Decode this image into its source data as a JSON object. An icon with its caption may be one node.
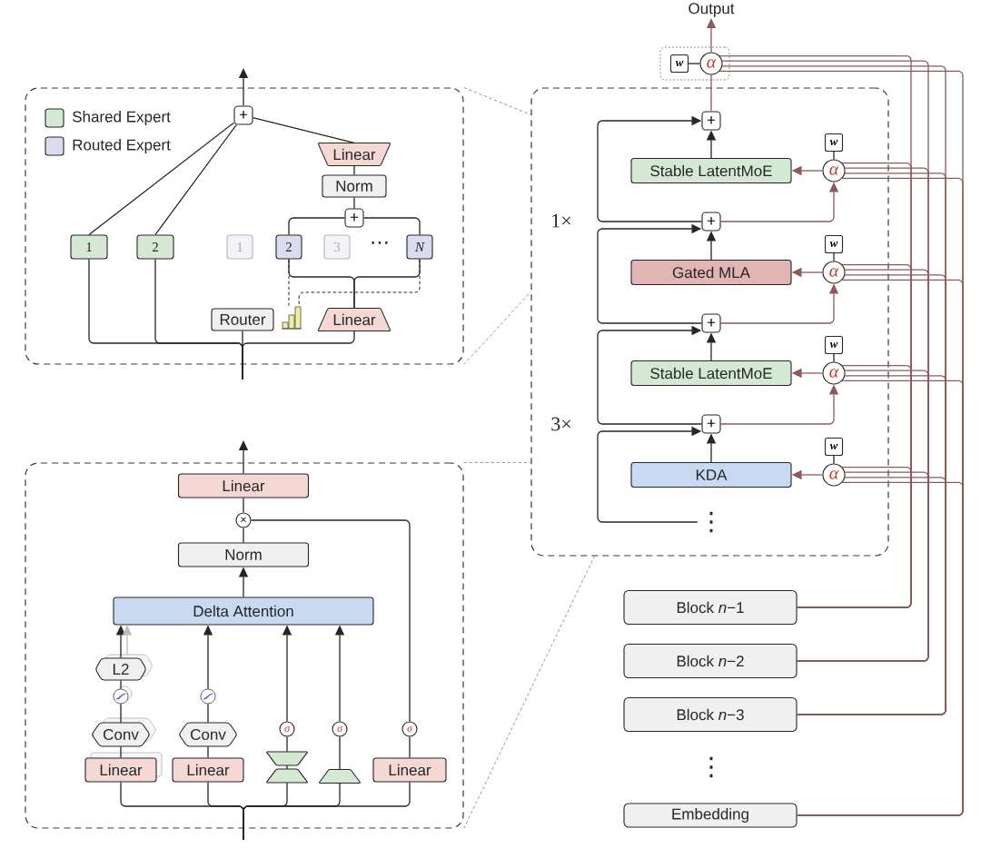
{
  "diagram": {
    "nodes": [
      {
        "text": [],
        "shape": "box"
      },
      {
        "text": [
          "+"
        ],
        "in": 0
      },
      {
        "text": [
          "Linear"
        ],
        "in": 0
      },
      {
        "text": [
          "Norm"
        ],
        "in": 0
      },
      {
        "text": [
          "+"
        ],
        "in": 0
      },
      {
        "text": [
          "1"
        ],
        "in": 0
      },
      {
        "text": [
          "2"
        ],
        "in": 0
      },
      {
        "text": [
          "1"
        ],
        "in": 0
      },
      {
        "text": [
          "2"
        ],
        "in": 0
      },
      {
        "text": [
          "3"
        ],
        "in": 0
      },
      {
        "text": [
          "N"
        ],
        "in": 0
      },
      {
        "text": [
          "Router"
        ],
        "in": 0
      },
      {
        "text": [],
        "shape": "chart",
        "in": 0
      },
      {
        "text": [
          "Linear"
        ],
        "in": 0
      },
      {
        "text": [],
        "shape": "box"
      },
      {
        "text": [
          "Linear"
        ],
        "in": 14
      },
      {
        "text": [
          "×"
        ],
        "in": 14
      },
      {
        "text": [
          "Norm"
        ],
        "in": 14
      },
      {
        "text": [
          "Delta Attention"
        ],
        "in": 14
      },
      {
        "text": [
          "L2"
        ],
        "in": 14
      },
      {
        "text": [],
        "shape": "circle",
        "in": 14
      },
      {
        "text": [
          "Conv"
        ],
        "in": 14
      },
      {
        "text": [
          "Linear"
        ],
        "in": 14
      },
      {
        "text": [],
        "shape": "circle",
        "in": 14
      },
      {
        "text": [
          "Conv"
        ],
        "in": 14
      },
      {
        "text": [
          "Linear"
        ],
        "in": 14
      },
      {
        "text": [
          "σ"
        ],
        "in": 14
      },
      {
        "text": [],
        "shape": "hourglass",
        "in": 14
      },
      {
        "text": [
          "σ"
        ],
        "in": 14
      },
      {
        "text": [],
        "shape": "trapezoid",
        "in": 14
      },
      {
        "text": [
          "σ"
        ],
        "in": 14
      },
      {
        "text": [
          "Linear"
        ],
        "in": 14
      },
      {
        "text": [
          "Output"
        ]
      },
      {
        "text": [],
        "shape": "box"
      },
      {
        "text": [
          "w"
        ],
        "in": 33
      },
      {
        "text": [
          "α"
        ],
        "in": 33
      },
      {
        "text": [],
        "shape": "box"
      },
      {
        "text": [
          "+"
        ],
        "in": 36
      },
      {
        "text": [
          "w"
        ],
        "in": 36
      },
      {
        "text": [
          "α"
        ],
        "in": 36
      },
      {
        "text": [
          "Stable LatentMoE"
        ],
        "in": 36
      },
      {
        "text": [
          "+"
        ],
        "in": 36
      },
      {
        "text": [
          "w"
        ],
        "in": 36
      },
      {
        "text": [
          "α"
        ],
        "in": 36
      },
      {
        "text": [
          "Gated MLA"
        ],
        "in": 36
      },
      {
        "text": [
          "+"
        ],
        "in": 36
      },
      {
        "text": [
          "w"
        ],
        "in": 36
      },
      {
        "text": [
          "α"
        ],
        "in": 36
      },
      {
        "text": [
          "Stable LatentMoE"
        ],
        "in": 36
      },
      {
        "text": [
          "+"
        ],
        "in": 36
      },
      {
        "text": [
          "w"
        ],
        "in": 36
      },
      {
        "text": [
          "α"
        ],
        "in": 36
      },
      {
        "text": [
          "KDA"
        ],
        "in": 36
      },
      {
        "text": [
          "Block *n*−1"
        ]
      },
      {
        "text": [
          "Block *n*−2"
        ]
      },
      {
        "text": [
          "Block *n*−3"
        ]
      },
      {
        "text": [
          "Embedding"
        ]
      },
      {
        "text": [
          "⋮"
        ],
        "in": 36
      }
    ],
    "edges": [
      {
        "from": 5,
        "to": 1,
        "arrow": "none"
      },
      {
        "from": 6,
        "to": 1,
        "arrow": "none"
      },
      {
        "from": 2,
        "to": 1,
        "arrow": "none"
      },
      {
        "from": 3,
        "to": 2,
        "arrow": "none"
      },
      {
        "from": 4,
        "to": 3,
        "arrow": "none"
      },
      {
        "from": 8,
        "to": 4,
        "arrow": "none"
      },
      {
        "from": 10,
        "to": 4,
        "arrow": "none"
      },
      {
        "from": 13,
        "to": 8,
        "arrow": "none"
      },
      {
        "from": 13,
        "to": 10,
        "arrow": "none"
      },
      {
        "from": 8,
        "to": 12,
        "arrow": "none",
        "style": "dashed"
      },
      {
        "from": 10,
        "to": 12,
        "arrow": "none",
        "style": "dashed"
      },
      {
        "from": null,
        "to": 11,
        "arrow": "none"
      },
      {
        "from": null,
        "to": 5,
        "arrow": "none"
      },
      {
        "from": null,
        "to": 6,
        "arrow": "none"
      },
      {
        "from": null,
        "to": 13,
        "arrow": "none"
      },
      {
        "from": 1,
        "to": null,
        "arrow": "to"
      },
      {
        "from": 15,
        "to": null,
        "arrow": "to"
      },
      {
        "from": 16,
        "to": 15,
        "arrow": "none"
      },
      {
        "from": 17,
        "to": 16,
        "arrow": "none"
      },
      {
        "from": 18,
        "to": 17,
        "arrow": "to"
      },
      {
        "from": 30,
        "to": 16,
        "arrow": "none"
      },
      {
        "from": 19,
        "to": 18,
        "arrow": "to"
      },
      {
        "from": 19,
        "to": 18,
        "arrow": "to",
        "color": "#bbbbbb"
      },
      {
        "from": 20,
        "to": 19,
        "arrow": "none"
      },
      {
        "from": 21,
        "to": 20,
        "arrow": "none"
      },
      {
        "from": 22,
        "to": 21,
        "arrow": "none"
      },
      {
        "from": 23,
        "to": 18,
        "arrow": "to"
      },
      {
        "from": 24,
        "to": 23,
        "arrow": "none"
      },
      {
        "from": 25,
        "to": 24,
        "arrow": "none"
      },
      {
        "from": 26,
        "to": 18,
        "arrow": "to"
      },
      {
        "from": 27,
        "to": 26,
        "arrow": "none"
      },
      {
        "from": 28,
        "to": 18,
        "arrow": "to"
      },
      {
        "from": 29,
        "to": 28,
        "arrow": "none"
      },
      {
        "from": 31,
        "to": 30,
        "arrow": "none"
      },
      {
        "from": null,
        "to": 22,
        "arrow": "none"
      },
      {
        "from": null,
        "to": 25,
        "arrow": "none"
      },
      {
        "from": null,
        "to": 27,
        "arrow": "none"
      },
      {
        "from": null,
        "to": 29,
        "arrow": "none"
      },
      {
        "from": null,
        "to": 31,
        "arrow": "none"
      },
      {
        "from": 35,
        "to": 32,
        "arrow": "to",
        "color": "#8c5a5a"
      },
      {
        "from": 34,
        "to": 35,
        "arrow": "none"
      },
      {
        "from": 37,
        "to": 35,
        "arrow": "none",
        "color": "#8c5a5a"
      },
      {
        "from": 40,
        "to": 37,
        "arrow": "to"
      },
      {
        "from": 41,
        "to": 37,
        "arrow": "to"
      },
      {
        "from": 38,
        "to": 39,
        "arrow": "none"
      },
      {
        "from": 41,
        "to": 39,
        "arrow": "to",
        "color": "#8c5a5a"
      },
      {
        "from": 39,
        "to": 40,
        "arrow": "to",
        "color": "#8c5a5a"
      },
      {
        "from": 44,
        "to": 41,
        "arrow": "to"
      },
      {
        "from": 45,
        "to": 41,
        "arrow": "to"
      },
      {
        "from": 42,
        "to": 43,
        "arrow": "none"
      },
      {
        "from": 45,
        "to": 43,
        "arrow": "to",
        "color": "#8c5a5a"
      },
      {
        "from": 43,
        "to": 44,
        "arrow": "to",
        "color": "#8c5a5a"
      },
      {
        "from": 48,
        "to": 45,
        "arrow": "to"
      },
      {
        "from": 49,
        "to": 45,
        "arrow": "to"
      },
      {
        "from": 46,
        "to": 47,
        "arrow": "none"
      },
      {
        "from": 49,
        "to": 47,
        "arrow": "to",
        "color": "#8c5a5a"
      },
      {
        "from": 47,
        "to": 48,
        "arrow": "to",
        "color": "#8c5a5a"
      },
      {
        "from": 52,
        "to": 49,
        "arrow": "to"
      },
      {
        "from": 57,
        "to": 49,
        "arrow": "to"
      },
      {
        "from": 50,
        "to": 51,
        "arrow": "none"
      },
      {
        "from": 51,
        "to": 52,
        "arrow": "to",
        "color": "#8c5a5a"
      },
      {
        "from": 53,
        "to": 39,
        "arrow": "none",
        "color": "#8c5a5a"
      },
      {
        "from": 54,
        "to": 39,
        "arrow": "none",
        "color": "#8c5a5a"
      },
      {
        "from": 55,
        "to": 39,
        "arrow": "none",
        "color": "#8c5a5a"
      },
      {
        "from": 56,
        "to": 39,
        "arrow": "none",
        "color": "#8c5a5a"
      },
      {
        "from": 53,
        "to": 43,
        "arrow": "none",
        "color": "#8c5a5a"
      },
      {
        "from": 54,
        "to": 43,
        "arrow": "none",
        "color": "#8c5a5a"
      },
      {
        "from": 55,
        "to": 43,
        "arrow": "none",
        "color": "#8c5a5a"
      },
      {
        "from": 56,
        "to": 43,
        "arrow": "none",
        "color": "#8c5a5a"
      },
      {
        "from": 53,
        "to": 47,
        "arrow": "none",
        "color": "#8c5a5a"
      },
      {
        "from": 54,
        "to": 47,
        "arrow": "none",
        "color": "#8c5a5a"
      },
      {
        "from": 55,
        "to": 47,
        "arrow": "none",
        "color": "#8c5a5a"
      },
      {
        "from": 56,
        "to": 47,
        "arrow": "none",
        "color": "#8c5a5a"
      },
      {
        "from": 53,
        "to": 51,
        "arrow": "none",
        "color": "#8c5a5a"
      },
      {
        "from": 54,
        "to": 51,
        "arrow": "none",
        "color": "#8c5a5a"
      },
      {
        "from": 55,
        "to": 51,
        "arrow": "none",
        "color": "#8c5a5a"
      },
      {
        "from": 56,
        "to": 51,
        "arrow": "none",
        "color": "#8c5a5a"
      },
      {
        "from": 53,
        "to": 35,
        "arrow": "none",
        "color": "#8c5a5a"
      },
      {
        "from": 54,
        "to": 35,
        "arrow": "none",
        "color": "#8c5a5a"
      },
      {
        "from": 55,
        "to": 35,
        "arrow": "none",
        "color": "#8c5a5a"
      },
      {
        "from": 56,
        "to": 35,
        "arrow": "none",
        "color": "#8c5a5a"
      },
      {
        "from": 0,
        "to": 36,
        "arrow": "none",
        "style": "dashed",
        "color": "#999999"
      },
      {
        "from": 0,
        "to": 36,
        "arrow": "none",
        "style": "dashed",
        "color": "#999999"
      },
      {
        "from": 14,
        "to": 36,
        "arrow": "none",
        "style": "dashed",
        "color": "#999999"
      },
      {
        "from": 14,
        "to": 36,
        "arrow": "none",
        "style": "dashed",
        "color": "#999999"
      }
    ],
    "labels": [
      "⋯",
      "1×",
      "3×",
      "⋮"
    ],
    "legend": [
      {
        "text": "Shared Expert",
        "color": "#d5e8d4"
      },
      {
        "text": "Routed Expert",
        "color": "#dcdcef"
      }
    ]
  }
}
